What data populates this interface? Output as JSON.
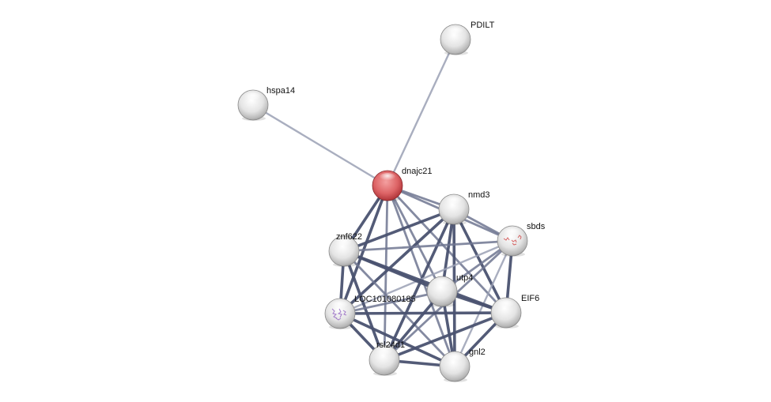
{
  "network": {
    "nodes": [
      {
        "id": "PDILT",
        "label": "PDILT",
        "type": "plain",
        "query": false
      },
      {
        "id": "hspa14",
        "label": "hspa14",
        "type": "plain",
        "query": false
      },
      {
        "id": "dnajc21",
        "label": "dnajc21",
        "type": "query",
        "query": true
      },
      {
        "id": "nmd3",
        "label": "nmd3",
        "type": "plain",
        "query": false
      },
      {
        "id": "sbds",
        "label": "sbds",
        "type": "structure-red",
        "query": false
      },
      {
        "id": "znf622",
        "label": "znf622",
        "type": "plain",
        "query": false
      },
      {
        "id": "utp4",
        "label": "utp4",
        "type": "plain",
        "query": false
      },
      {
        "id": "LOC101080185",
        "label": "LOC101080185",
        "type": "structure-purple",
        "query": false
      },
      {
        "id": "EIF6",
        "label": "EIF6",
        "type": "plain",
        "query": false
      },
      {
        "id": "rsl24d1",
        "label": "rsl24d1",
        "type": "plain",
        "query": false
      },
      {
        "id": "gnl2",
        "label": "gnl2",
        "type": "plain",
        "query": false
      }
    ],
    "edges": [
      {
        "source": "dnajc21",
        "target": "PDILT",
        "strength": "weak"
      },
      {
        "source": "dnajc21",
        "target": "hspa14",
        "strength": "weak"
      },
      {
        "source": "dnajc21",
        "target": "nmd3",
        "strength": "medium"
      },
      {
        "source": "dnajc21",
        "target": "sbds",
        "strength": "medium"
      },
      {
        "source": "dnajc21",
        "target": "znf622",
        "strength": "strong"
      },
      {
        "source": "dnajc21",
        "target": "utp4",
        "strength": "medium"
      },
      {
        "source": "dnajc21",
        "target": "LOC101080185",
        "strength": "strong"
      },
      {
        "source": "dnajc21",
        "target": "EIF6",
        "strength": "medium"
      },
      {
        "source": "dnajc21",
        "target": "rsl24d1",
        "strength": "medium"
      },
      {
        "source": "dnajc21",
        "target": "gnl2",
        "strength": "medium"
      },
      {
        "source": "nmd3",
        "target": "sbds",
        "strength": "medium"
      },
      {
        "source": "nmd3",
        "target": "znf622",
        "strength": "strong"
      },
      {
        "source": "nmd3",
        "target": "utp4",
        "strength": "strong"
      },
      {
        "source": "nmd3",
        "target": "LOC101080185",
        "strength": "strong"
      },
      {
        "source": "nmd3",
        "target": "EIF6",
        "strength": "strong"
      },
      {
        "source": "nmd3",
        "target": "rsl24d1",
        "strength": "strong"
      },
      {
        "source": "nmd3",
        "target": "gnl2",
        "strength": "strong"
      },
      {
        "source": "sbds",
        "target": "znf622",
        "strength": "medium"
      },
      {
        "source": "sbds",
        "target": "utp4",
        "strength": "medium"
      },
      {
        "source": "sbds",
        "target": "LOC101080185",
        "strength": "weak"
      },
      {
        "source": "sbds",
        "target": "EIF6",
        "strength": "strong"
      },
      {
        "source": "sbds",
        "target": "rsl24d1",
        "strength": "medium"
      },
      {
        "source": "sbds",
        "target": "gnl2",
        "strength": "weak"
      },
      {
        "source": "znf622",
        "target": "utp4",
        "strength": "strong"
      },
      {
        "source": "znf622",
        "target": "LOC101080185",
        "strength": "strong"
      },
      {
        "source": "znf622",
        "target": "EIF6",
        "strength": "strong"
      },
      {
        "source": "znf622",
        "target": "rsl24d1",
        "strength": "strong"
      },
      {
        "source": "znf622",
        "target": "gnl2",
        "strength": "medium"
      },
      {
        "source": "utp4",
        "target": "LOC101080185",
        "strength": "medium"
      },
      {
        "source": "utp4",
        "target": "EIF6",
        "strength": "strong"
      },
      {
        "source": "utp4",
        "target": "rsl24d1",
        "strength": "strong"
      },
      {
        "source": "utp4",
        "target": "gnl2",
        "strength": "strong"
      },
      {
        "source": "LOC101080185",
        "target": "EIF6",
        "strength": "strong"
      },
      {
        "source": "LOC101080185",
        "target": "rsl24d1",
        "strength": "strong"
      },
      {
        "source": "LOC101080185",
        "target": "gnl2",
        "strength": "strong"
      },
      {
        "source": "EIF6",
        "target": "rsl24d1",
        "strength": "strong"
      },
      {
        "source": "EIF6",
        "target": "gnl2",
        "strength": "strong"
      },
      {
        "source": "rsl24d1",
        "target": "gnl2",
        "strength": "strong"
      }
    ]
  },
  "colors": {
    "edge_strong": "#4a5270",
    "edge_medium": "#6e7690",
    "edge_weak": "#9aa0b4",
    "node_plain": "#e6e6e6",
    "node_query": "#d9585c",
    "structure_red": "#d04040",
    "structure_purple": "#9060c0"
  }
}
